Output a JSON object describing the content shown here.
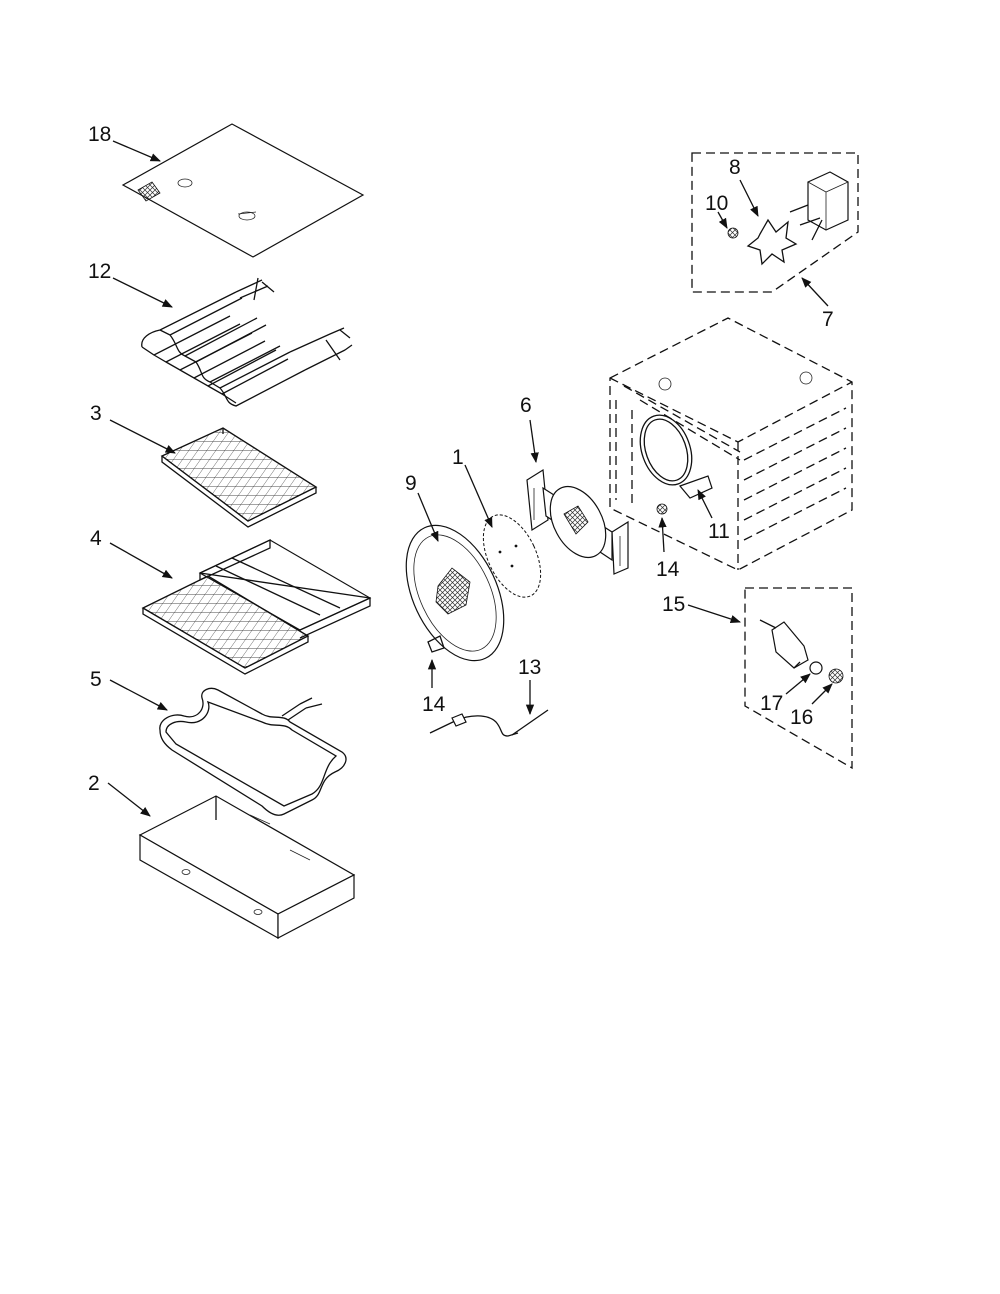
{
  "labels": {
    "l18": "18",
    "l12": "12",
    "l3": "3",
    "l4": "4",
    "l5": "5",
    "l2": "2",
    "l9": "9",
    "l1": "1",
    "l6": "6",
    "l14a": "14",
    "l13": "13",
    "l8": "8",
    "l10": "10",
    "l7": "7",
    "l11": "11",
    "l14b": "14",
    "l15": "15",
    "l17": "17",
    "l16": "16"
  }
}
